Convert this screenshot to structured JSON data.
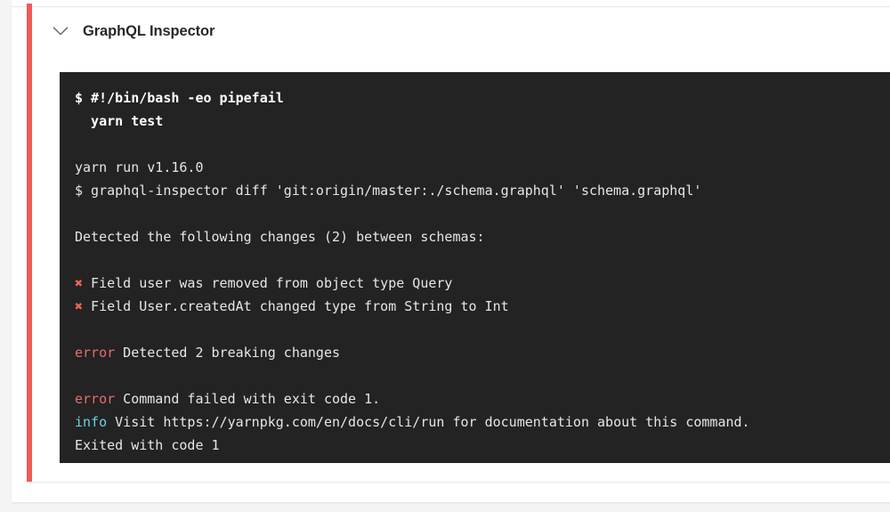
{
  "page": {
    "background_color": "#f4f4f5",
    "card_background": "#ffffff"
  },
  "check": {
    "title": "GraphQL Inspector",
    "status_color": "#ef5a57",
    "collapse_icon": "chevron-down-icon",
    "expanded": true
  },
  "terminal": {
    "background_color": "#232323",
    "text_color": "#e6e6e6",
    "error_color": "#e86b6b",
    "info_color": "#6ed0de",
    "fail_marker_color": "#ef6157",
    "fail_marker": "✖",
    "lines": [
      {
        "type": "command",
        "text": "$ #!/bin/bash -eo pipefail"
      },
      {
        "type": "command",
        "text": "  yarn test"
      },
      {
        "type": "blank",
        "text": ""
      },
      {
        "type": "plain",
        "text": "yarn run v1.16.0"
      },
      {
        "type": "plain",
        "text": "$ graphql-inspector diff 'git:origin/master:./schema.graphql' 'schema.graphql'"
      },
      {
        "type": "blank",
        "text": ""
      },
      {
        "type": "plain",
        "text": "Detected the following changes (2) between schemas:"
      },
      {
        "type": "blank",
        "text": ""
      },
      {
        "type": "failure",
        "label": "✖",
        "text": " Field user was removed from object type Query"
      },
      {
        "type": "failure",
        "label": "✖",
        "text": " Field User.createdAt changed type from String to Int"
      },
      {
        "type": "blank",
        "text": ""
      },
      {
        "type": "error",
        "label": "error",
        "text": " Detected 2 breaking changes"
      },
      {
        "type": "blank",
        "text": ""
      },
      {
        "type": "error",
        "label": "error",
        "text": " Command failed with exit code 1."
      },
      {
        "type": "info",
        "label": "info",
        "text": " Visit https://yarnpkg.com/en/docs/cli/run for documentation about this command."
      },
      {
        "type": "plain",
        "text": "Exited with code 1"
      }
    ]
  }
}
